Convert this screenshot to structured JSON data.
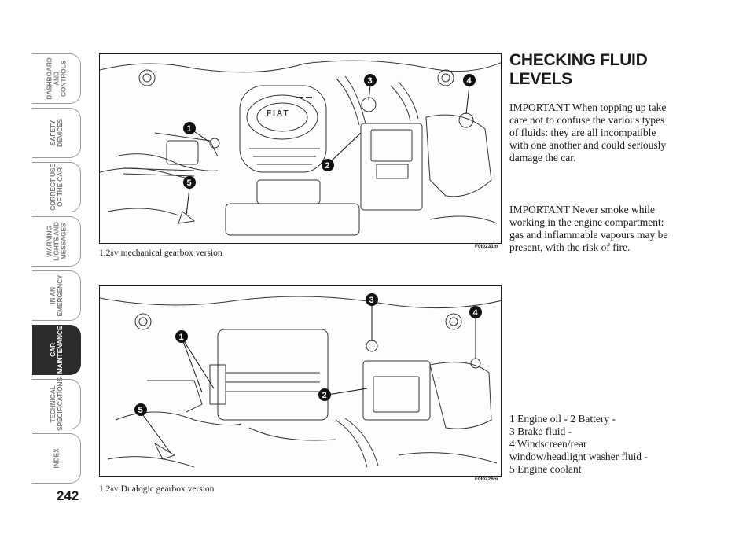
{
  "side_tabs": [
    {
      "label": "DASHBOARD\nAND\nCONTROLS",
      "active": false
    },
    {
      "label": "SAFETY\nDEVICES",
      "active": false
    },
    {
      "label": "CORRECT USE\nOF THE CAR",
      "active": false
    },
    {
      "label": "WARNING\nLIGHTS AND\nMESSAGES",
      "active": false
    },
    {
      "label": "IN AN\nEMERGENCY",
      "active": false
    },
    {
      "label": "CAR\nMAINTENANCE",
      "active": true
    },
    {
      "label": "TECHNICAL\nSPECIFICATIONS",
      "active": false
    },
    {
      "label": "INDEX",
      "active": false
    }
  ],
  "page_number": "242",
  "figures": [
    {
      "code": "F0I0231m",
      "caption_prefix": "1.2",
      "caption_small": "8V",
      "caption_rest": " mechanical gearbox version",
      "callouts": [
        "1",
        "2",
        "3",
        "4",
        "5"
      ],
      "logo": "FIAT"
    },
    {
      "code": "F0I0226m",
      "caption_prefix": "1.2",
      "caption_small": "8V",
      "caption_rest": " Dualogic gearbox version",
      "callouts": [
        "1",
        "2",
        "3",
        "4",
        "5"
      ]
    }
  ],
  "section_title": "CHECKING FLUID LEVELS",
  "paragraphs": [
    "IMPORTANT When topping up take care not to confuse the various types of fluids: they are all incompatible with one another and could seriously damage the car.",
    "IMPORTANT Never smoke while working in the engine compartment: gas and inflammable vapours may be present, with the risk of fire."
  ],
  "legend": [
    "1 Engine oil - 2 Battery -",
    "3 Brake fluid -",
    "4 Windscreen/rear",
    "window/headlight washer fluid -",
    "5 Engine coolant"
  ]
}
